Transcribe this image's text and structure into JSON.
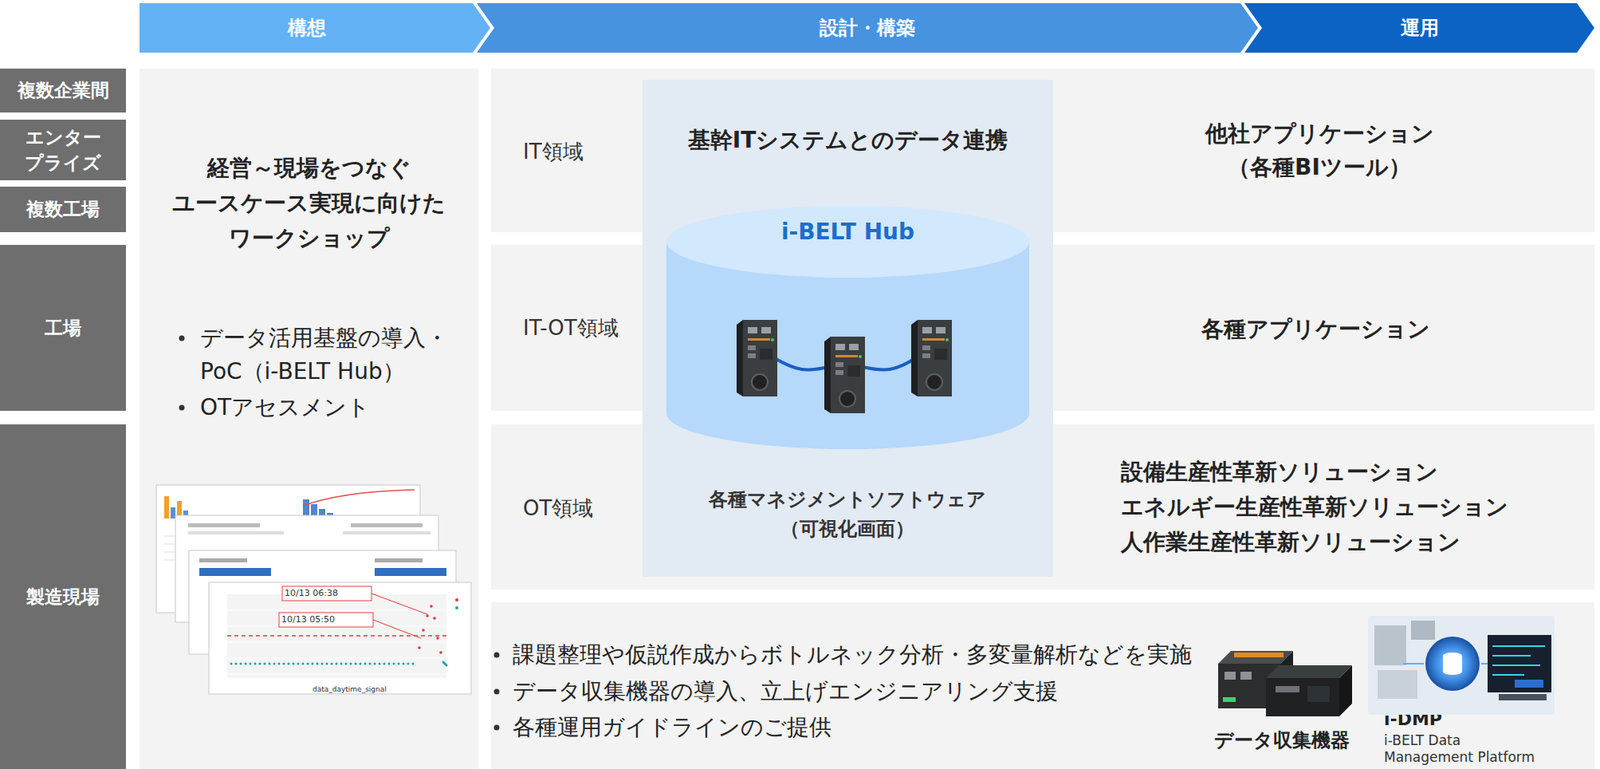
{
  "diagram": {
    "nodes": [
      {
        "text": [
          "構想"
        ]
      },
      {
        "text": [
          "設計・構築"
        ]
      },
      {
        "text": [
          "運用"
        ]
      },
      {
        "text": [
          "複数企業間"
        ]
      },
      {
        "text": [
          "エンタープライズ"
        ]
      },
      {
        "text": [
          "複数工場"
        ]
      },
      {
        "text": [
          "工場"
        ]
      },
      {
        "text": [
          "製造現場"
        ]
      },
      {
        "text": [
          "経営～現場をつなぐ ユースケース実現に向けた ワークショップ",
          "データ活用基盤の導入・ PoC（i-BELT Hub）",
          "OTアセスメント"
        ]
      },
      {
        "text": [
          "IT領域",
          "他社アプリケーション （各種BIツール）"
        ]
      },
      {
        "text": [
          "IT-OT領域",
          "各種アプリケーション"
        ]
      },
      {
        "text": [
          "OT領域",
          "設備生産性革新ソリューション",
          "エネルギー生産性革新ソリューション",
          "人作業生産性革新ソリューション"
        ]
      },
      {
        "text": [
          "基幹ITシステムとのデータ連携",
          "各種マネジメントソフトウェア （可視化画面）"
        ]
      },
      {
        "text": [
          "i-BELT Hub"
        ],
        "in": 12
      },
      {
        "text": [
          "課題整理や仮説作成からボトルネック分析・多変量解析などを実施",
          "データ収集機器の導入、立上げエンジニアリング支援",
          "各種運用ガイドラインのご提供",
          "データ収集機器",
          "i-DMP",
          "i-BELT Data Management Platform"
        ]
      }
    ],
    "labels": [
      "10/13 06:38",
      "10/13 05:50",
      "data_daytime_signal"
    ]
  }
}
